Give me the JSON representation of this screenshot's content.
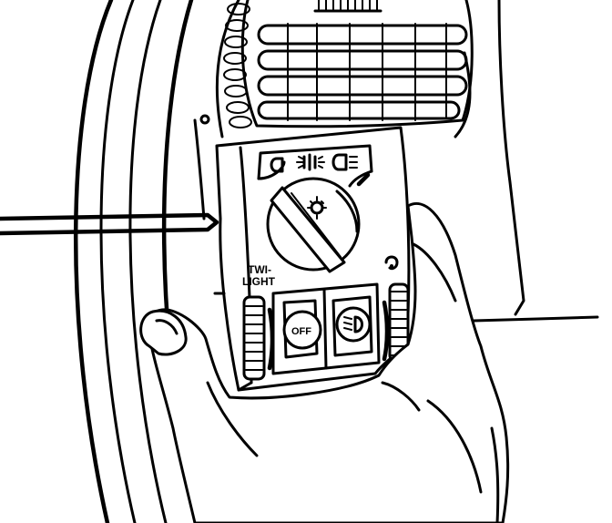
{
  "labels": {
    "twilight_line1": "TWI-",
    "twilight_line2": "LIGHT",
    "off_button": "OFF"
  },
  "icons": {
    "headlamp_off": "headlamp-off-icon",
    "parking_lamp": "parking-lamp-icon",
    "headlamp_on": "headlamp-on-icon",
    "dimmer": "dimmer-icon",
    "fog_lamp": "fog-lamp-icon",
    "twilight_sensor": "twilight-sensor-icon"
  },
  "colors": {
    "ink": "#000000",
    "paper": "#ffffff"
  }
}
